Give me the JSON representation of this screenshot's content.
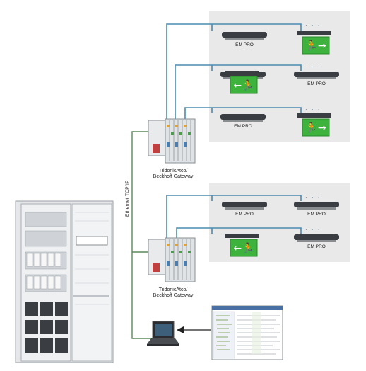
{
  "gateway_label_line1": "TridonicAtco/",
  "gateway_label_line2": "Beckhoff Gateway",
  "ethernet_label": "Ethernet TCP/IP",
  "em_label": "EM PRO",
  "continuation": "· · ·",
  "colors": {
    "bus_line": "#4a8bb0",
    "ethernet_line": "#5a8a5a",
    "room_bg": "#e9e9ea",
    "exit_sign": "#3db33d"
  },
  "icons": [
    "cabinet-icon",
    "gateway-icon",
    "em-pro-luminaire-icon",
    "exit-sign-icon",
    "laptop-icon",
    "software-screenshot-icon"
  ]
}
